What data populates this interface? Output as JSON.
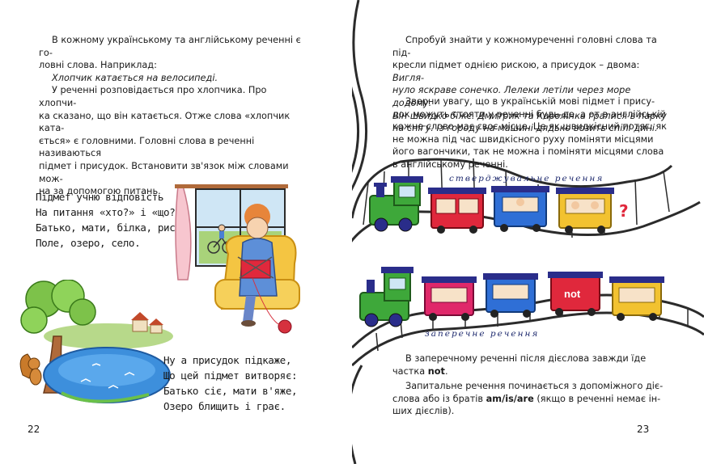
{
  "left_page": {
    "intro_lines": [
      "В кожному українському та англійському реченні є го-",
      "ловні слова. Наприклад:"
    ],
    "example": "Хлопчик катається на велосипеді.",
    "body_lines": [
      "У реченні розповідається про хлопчика. Про хлопчи-",
      "ка сказано, що він катається. Отже слова «хлопчик ката-",
      "ється» є головними. Головні слова в реченні називаються",
      "підмет і присудок. Встановити зв'язок між словами мож-",
      "на за допомогою питань."
    ],
    "poem1": [
      "Підмет учню відповість",
      "На питання «хто?» і «що?»",
      "Батько, мати, білка, рись,",
      "Поле, озеро, село."
    ],
    "poem2": [
      "Ну а присудок підкаже,",
      "Що цей підмет витворяє:",
      "Батько сіє, мати в'яже,",
      "Озеро блищить і грає."
    ],
    "page_number": "22"
  },
  "right_page": {
    "instruction_lines": [
      {
        "text": "Спробуй знайти у кожномуреченні головні слова та під-",
        "italic": false
      },
      {
        "text": "кресли підмет однією рискою, а присудок – двома: ",
        "italic": false,
        "tail": "Вигля-"
      },
      {
        "text": "нуло яскраве сонечко. Лелеки летіли через море додому.",
        "italic": true
      },
      {
        "text": "Він швидко біжє. Дмитрик та Каролінка гралися в парку",
        "italic": true
      },
      {
        "text": "на снігу. Із городу на машині дядько возить спілі дині.",
        "italic": true
      }
    ],
    "note_lines": [
      "Зверни увагу, що в українській мові підмет і прису-",
      "док можуть стояти у реченні будь-де, а от в англійській",
      "кожне слово має своє місце. Це як швидкісний потяг: як",
      "не можна під час швидкісного руху поміняти місцями",
      "його вагончики, так не можна і поміняти місцями слова",
      "в англійському реченні."
    ],
    "train1_label": "стверджувальне речення",
    "train2_label": "заперечне речення",
    "train2_not": "not",
    "train1_question": "?",
    "negative_lines": [
      {
        "before": "В заперечному реченні після дієслова завжди їде",
        "bold": "",
        "after": ""
      },
      {
        "before": "частка ",
        "bold": "not",
        "after": "."
      }
    ],
    "question_lines": [
      {
        "before": "Запитальне речення починається з допоміжного діє-",
        "bold": "",
        "after": ""
      },
      {
        "before": "слова або із братів ",
        "bold": "am/is/are",
        "after": " (якщо в реченні немає ін-"
      },
      {
        "before": "ших дієслів).",
        "bold": "",
        "after": ""
      }
    ],
    "page_number": "23"
  },
  "colors": {
    "text": "#1a1a1a",
    "track_dark": "#2b2b2b",
    "engine_green": "#3ea83a",
    "car_red": "#e0283c",
    "car_blue": "#2f6fd6",
    "car_yellow": "#f2c230",
    "roof_blue": "#2a2d8a"
  },
  "illustrations": {
    "left_top": "grandmother-knitting-icon",
    "left_bottom": "squirrel-lake-landscape-icon"
  }
}
